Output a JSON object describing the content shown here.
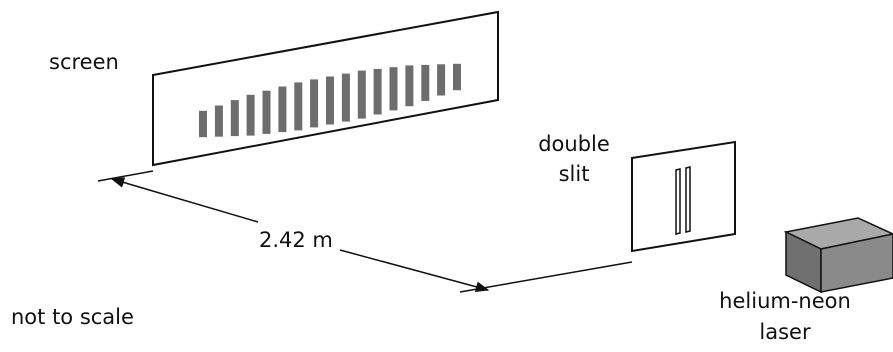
{
  "labels": {
    "screen": "screen",
    "double_slit_line1": "double",
    "double_slit_line2": "slit",
    "distance": "2.42 m",
    "laser_line1": "helium-neon",
    "laser_line2": "laser",
    "scale_note": "not to scale"
  },
  "colors": {
    "ink": "#111111",
    "fringe": "#6d6d6d",
    "laser_top": "#a9a9a9",
    "laser_front": "#707070",
    "laser_side": "#8a8a8a"
  },
  "fringes": {
    "count": 17,
    "relative_heights": [
      0.55,
      0.65,
      0.75,
      0.85,
      0.9,
      0.95,
      1.0,
      1.0,
      1.0,
      1.0,
      1.0,
      0.95,
      0.9,
      0.85,
      0.75,
      0.65,
      0.55
    ]
  }
}
